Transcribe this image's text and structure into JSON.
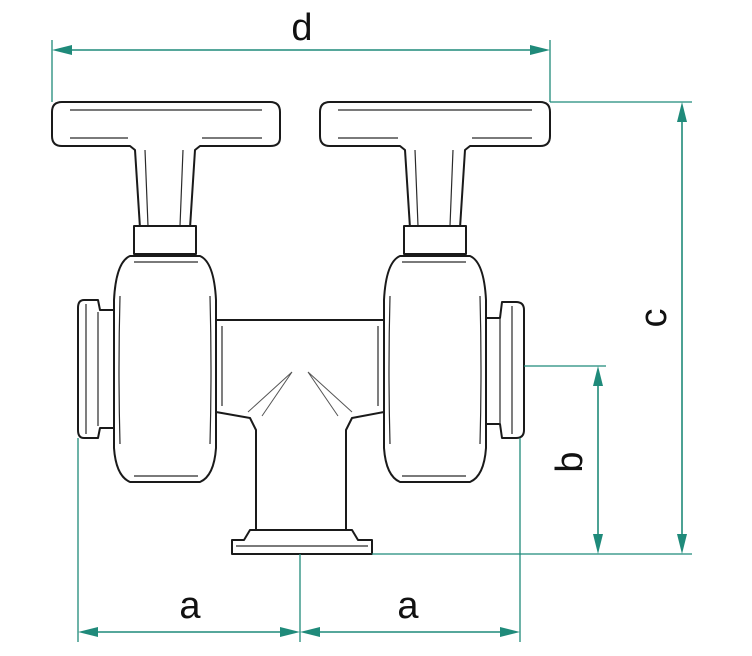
{
  "dimensions": {
    "a_left": "a",
    "a_right": "a",
    "b": "b",
    "c": "c",
    "d": "d"
  },
  "colors": {
    "dimension_line": "#1f8a7a",
    "outline": "#1a1a1a"
  }
}
